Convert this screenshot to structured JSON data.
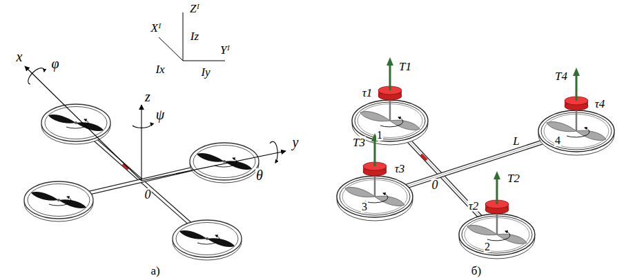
{
  "diagram": {
    "labels": [
      "Xᴵ",
      "Zᴵ",
      "Yᴵ",
      "Iz",
      "Ix",
      "Iy",
      "x",
      "φ",
      "z",
      "ψ",
      "y",
      "θ",
      "0",
      "а)",
      "T1",
      "τ1",
      "1",
      "T4",
      "τ4",
      "4",
      "L",
      "T3",
      "τ3",
      "3",
      "0",
      "T2",
      "τ2",
      "2",
      "б)"
    ]
  }
}
